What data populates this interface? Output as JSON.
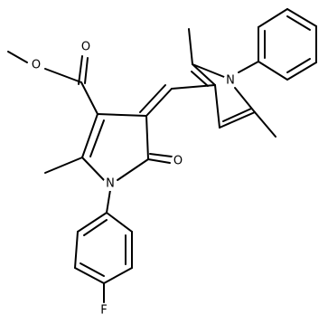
{
  "molecule": {
    "atom_labels": {
      "ester_o_single": "O",
      "ester_o_carbonyl": "O",
      "lactam_o": "O",
      "pyrrolone_n": "N",
      "pyrrole_n": "N",
      "fluorine": "F"
    }
  },
  "colors": {
    "bond": "#000000",
    "text": "#000000",
    "background": "#ffffff"
  }
}
